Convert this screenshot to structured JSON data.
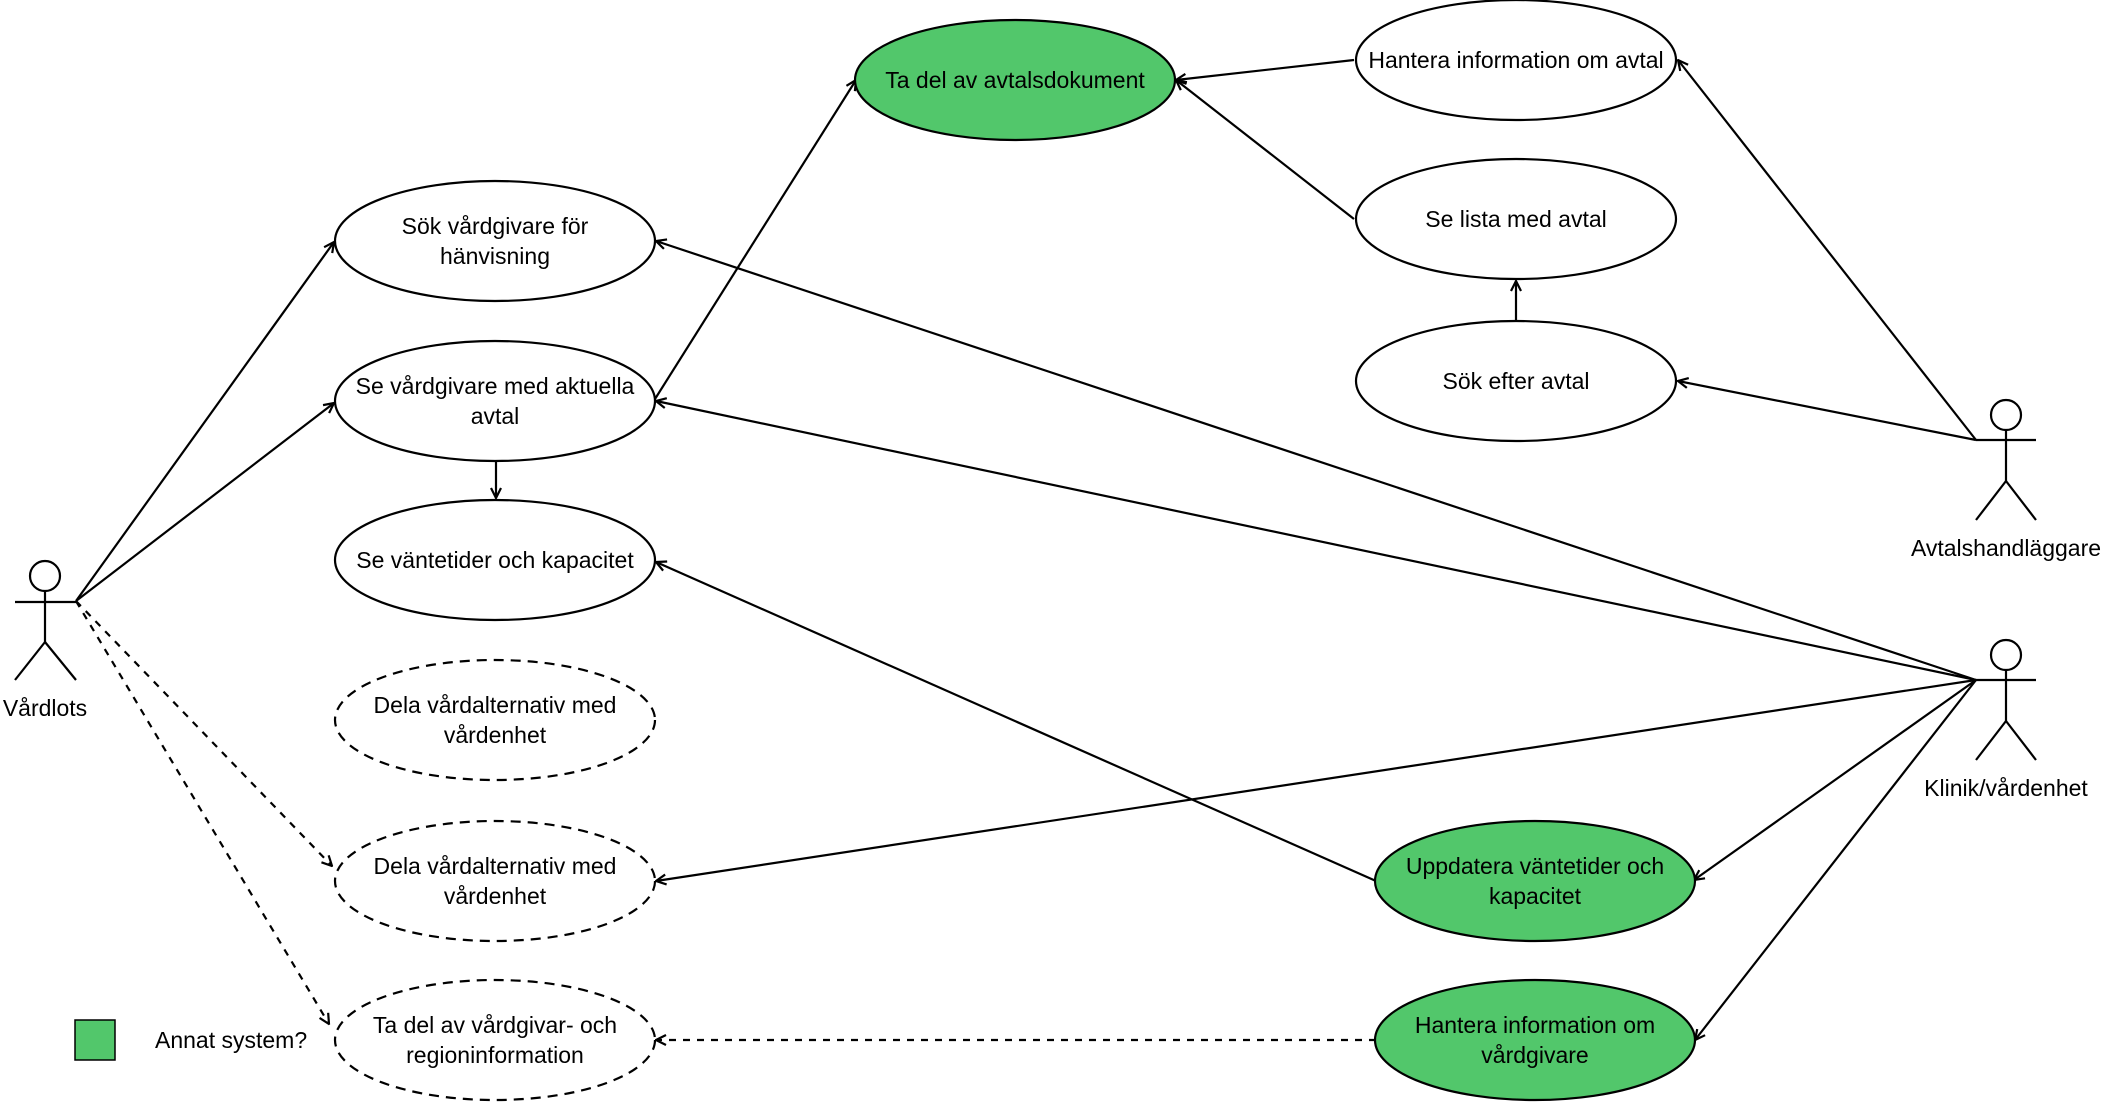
{
  "colors": {
    "highlight_fill": "#52c76b",
    "default_fill": "#ffffff",
    "stroke": "#000000"
  },
  "actors": {
    "vardlots": "Vårdlots",
    "avtalshandlaggare": "Avtalshandläggare",
    "klinik": "Klinik/vårdenhet"
  },
  "use_cases": {
    "ta_del_avtal": [
      "Ta del av avtalsdokument"
    ],
    "hantera_avtal": [
      "Hantera information om avtal"
    ],
    "se_lista": [
      "Se lista med avtal"
    ],
    "sok_avtal": [
      "Sök efter avtal"
    ],
    "sok_vardgivare": [
      "Sök vårdgivare för",
      "hänvisning"
    ],
    "se_vardgivare_avtal": [
      "Se vårdgivare med aktuella",
      "avtal"
    ],
    "se_vantetider": [
      "Se väntetider och kapacitet"
    ],
    "dela_1": [
      "Dela vårdalternativ med",
      "vårdenhet"
    ],
    "dela_2": [
      "Dela vårdalternativ med",
      "vårdenhet"
    ],
    "ta_del_region": [
      "Ta del av vårdgivar- och",
      "regioninformation"
    ],
    "uppdatera": [
      "Uppdatera väntetider och",
      "kapacitet"
    ],
    "hantera_vardgivare": [
      "Hantera information om",
      "vårdgivare"
    ]
  },
  "legend": {
    "label": "Annat system?"
  }
}
